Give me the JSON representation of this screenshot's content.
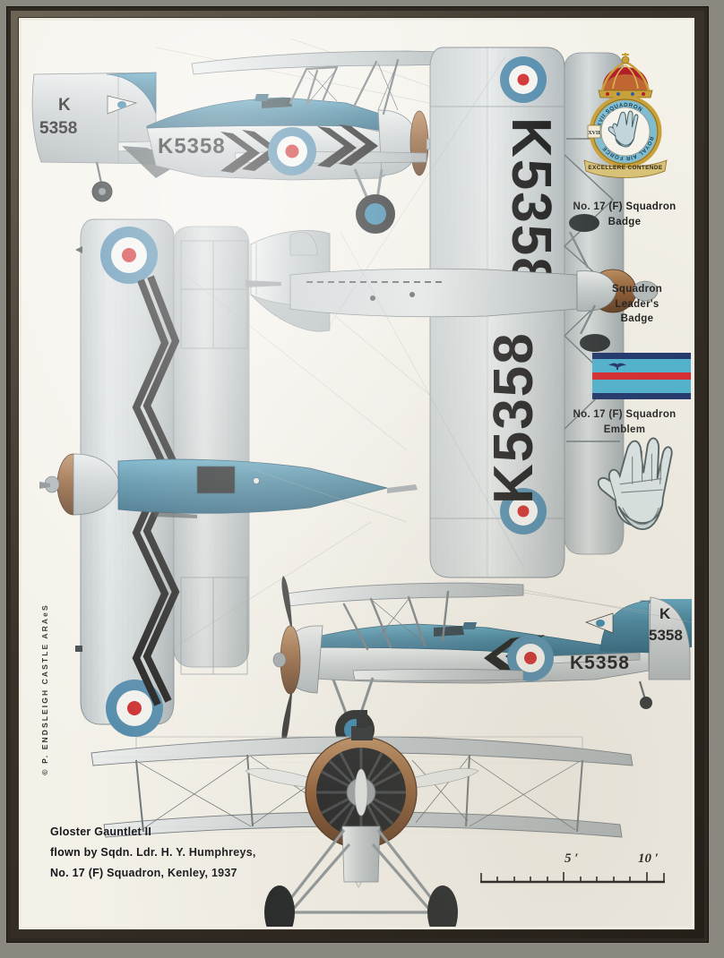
{
  "plate": {
    "copyright": "© P. ENDSLEIGH CASTLE ARAeS",
    "background_color": "#f4f1e9",
    "frame_color": "#2e2a22"
  },
  "caption": {
    "line1": "Gloster Gauntlet II",
    "line2": "flown by Sqdn. Ldr. H. Y. Humphreys,",
    "line3": "No. 17 (F) Squadron, Kenley, 1937"
  },
  "sidebar": {
    "items": [
      {
        "label": "No. 17 (F) Squadron\nBadge",
        "line1": "No. 17 (F) Squadron",
        "line2": "Badge",
        "icon": "squadron-badge"
      },
      {
        "label": "Squadron Leader's Badge",
        "line1": "Squadron",
        "line2": "Leader's",
        "line3": "Badge",
        "icon": "squadron-leader-pennant"
      },
      {
        "label": "No. 17 (F) Squadron Emblem",
        "line1": "No. 17 (F) Squadron",
        "line2": "Emblem",
        "icon": "gauntlet-emblem"
      }
    ]
  },
  "badge": {
    "motto": "EXCELLERE CONTENDE",
    "circlet_top": "XVII SQUADRON",
    "circlet_bottom": "ROYAL AIR FORCE",
    "numeral": "XVII",
    "crown_color": "#c8a13a",
    "crown_cap_color": "#b3202a",
    "circlet_color": "#7fbcd0",
    "scroll_color": "#d8c277"
  },
  "pennant": {
    "field_color": "#4ab2cf",
    "edge_color": "#18306a",
    "stripe_color": "#d8232a",
    "motif": "eagle-motif"
  },
  "aircraft": {
    "type": "Gloster Gauntlet II",
    "serial": "K5358",
    "tail_code_letter": "K",
    "tail_code_number": "5358",
    "fuselage_serial": "K5358",
    "underwing_serial": "K5358",
    "colors": {
      "upper_blue": "#3d7a96",
      "deep_blue": "#1f5f82",
      "silver": "#c9cfd1",
      "light_silver": "#e2e6e6",
      "cowl_brown": "#8c5a32",
      "marking_black": "#111111",
      "roundel_blue": "#4b86a8",
      "roundel_white": "#f2f2ee",
      "roundel_red": "#cc2222",
      "wheel_blue": "#2f7fa6"
    },
    "markings": {
      "chevron": "black-double-zigzag",
      "roundel": "raf-roundel-type-a"
    }
  },
  "scale": {
    "unit_5": "5 ′",
    "unit_10": "10 ′",
    "label_5": "5",
    "label_10": "10",
    "tick_mark": "′"
  },
  "views": [
    {
      "name": "side-view-port",
      "position": "top-left"
    },
    {
      "name": "plan-view-upper-wing",
      "position": "left-middle"
    },
    {
      "name": "plan-view-underside",
      "position": "center-right"
    },
    {
      "name": "side-view-starboard",
      "position": "lower-right"
    },
    {
      "name": "front-view",
      "position": "bottom-center"
    }
  ]
}
